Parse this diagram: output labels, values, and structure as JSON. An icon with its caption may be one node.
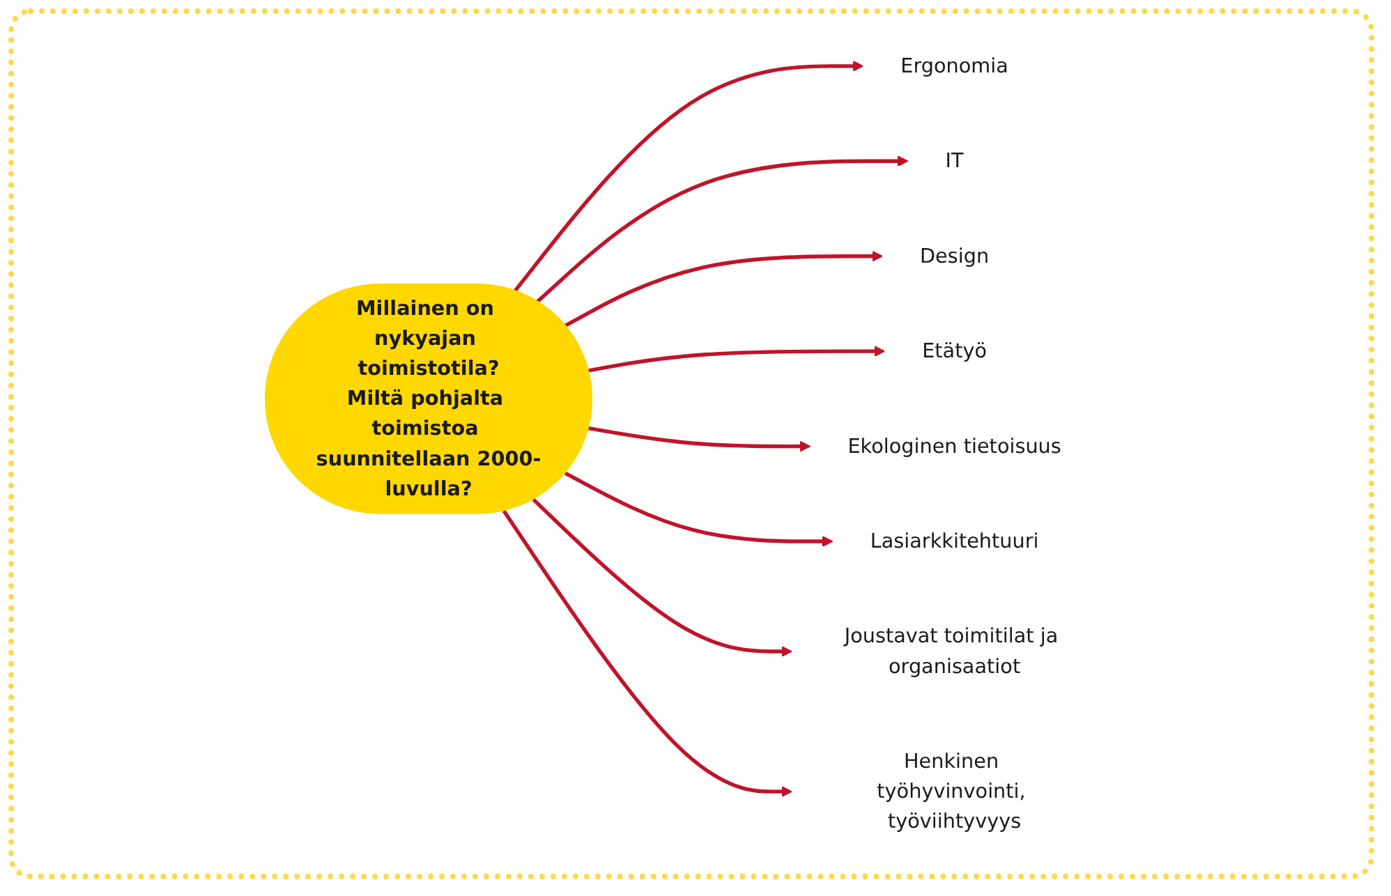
{
  "diagram": {
    "nodes": [
      {
        "text": [
          "Ergonomia"
        ]
      },
      {
        "text": [
          "IT"
        ]
      },
      {
        "text": [
          "Design"
        ]
      },
      {
        "text": [
          "Etätyö"
        ]
      },
      {
        "text": [
          "Ekologinen tietoisuus"
        ]
      },
      {
        "text": [
          "Millainen on nykyajan toimistotila?",
          "Miltä pohjalta toimistoa suunnitellaan 2000-luvulla?"
        ]
      },
      {
        "text": [
          "Lasiarkkitehtuuri"
        ]
      },
      {
        "text": [
          "Joustavat toimitilat ja organisaatiot"
        ]
      },
      {
        "text": [
          "Henkinen työhyvinvointi, työviihtyvyys"
        ]
      }
    ],
    "edges": [
      {
        "from": 5,
        "to": 0,
        "arrow": "to"
      },
      {
        "from": 5,
        "to": 1,
        "arrow": "to"
      },
      {
        "from": 5,
        "to": 2,
        "arrow": "to"
      },
      {
        "from": 5,
        "to": 3,
        "arrow": "to"
      },
      {
        "from": 5,
        "to": 4,
        "arrow": "to"
      },
      {
        "from": 5,
        "to": 6,
        "arrow": "to"
      },
      {
        "from": 5,
        "to": 7,
        "arrow": "to"
      },
      {
        "from": 5,
        "to": 8,
        "arrow": "to"
      }
    ]
  }
}
